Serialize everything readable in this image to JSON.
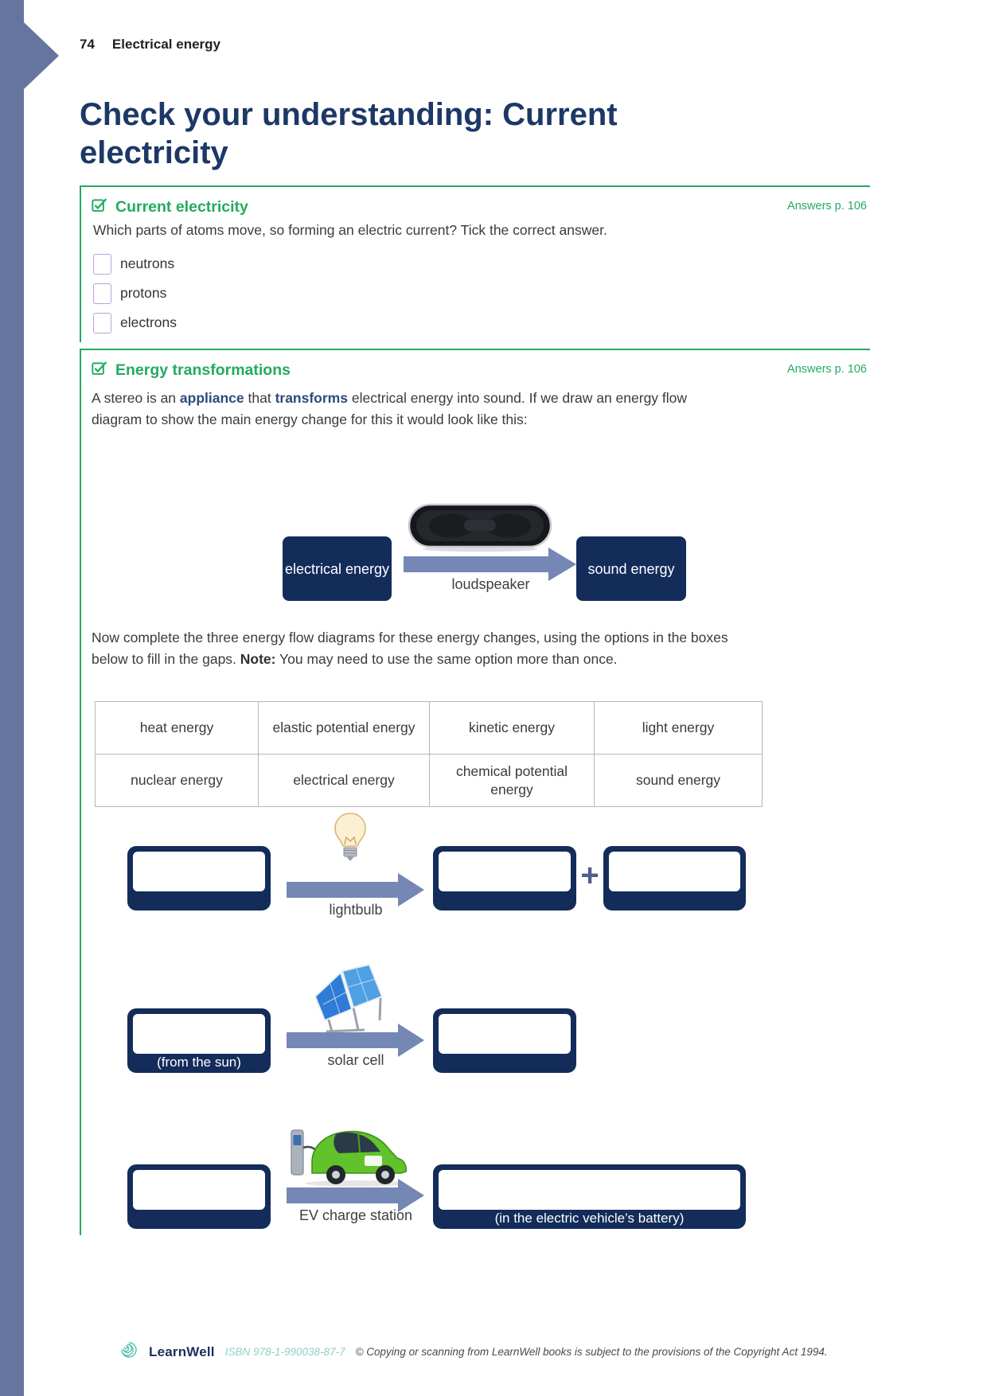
{
  "page": {
    "number": "74",
    "chapter": "Electrical energy",
    "title": "Check your understanding: Current electricity"
  },
  "colors": {
    "accent_green": "#23ab60",
    "navy_box": "#132c5a",
    "title_navy": "#1c3867",
    "arrow_slate": "#7487b5",
    "edge_tab_slate": "#66759f",
    "checkbox_purple": "#b5a3d6",
    "footer_teal": "#8fd0c6"
  },
  "section_current": {
    "icon": "checkbox-tick-icon",
    "heading": "Current electricity",
    "answers_ref": "Answers p. 106",
    "question": "Which parts of atoms move, so forming an electric current? Tick the correct answer.",
    "options": [
      "neutrons",
      "protons",
      "electrons"
    ]
  },
  "section_energy": {
    "icon": "checkbox-tick-icon",
    "heading": "Energy transformations",
    "answers_ref": "Answers p. 106",
    "intro": {
      "p1": "A stereo is an ",
      "b1": "appliance",
      "p2": " that ",
      "b2": "transforms",
      "p3": " electrical energy into sound. If we draw an energy flow diagram to show the main energy change for this it would look like this:"
    },
    "stereo_flow": {
      "image": "loudspeaker-image",
      "input_label": "electrical energy",
      "device_label": "loudspeaker",
      "output_label": "sound energy"
    },
    "task": {
      "p1": "Now complete the three energy flow diagrams for these energy changes, using the options in the boxes below to fill in the gaps. ",
      "b1": "Note:",
      "p2": " You may need to use the same option more than once."
    },
    "options_table": {
      "rows": [
        [
          "heat energy",
          "elastic potential energy",
          "kinetic energy",
          "light energy"
        ],
        [
          "nuclear energy",
          "electrical energy",
          "chemical potential energy",
          "sound energy"
        ]
      ]
    },
    "diagrams": [
      {
        "icon": "lightbulb-icon",
        "device_label": "lightbulb",
        "plus": "+"
      },
      {
        "icon": "solar-panel-icon",
        "device_label": "solar cell",
        "input_caption": "(from the sun)"
      },
      {
        "icon": "ev-charge-station-icon",
        "device_label": "EV charge station",
        "output_caption": "(in the electric vehicle’s battery)"
      }
    ]
  },
  "footer": {
    "logo": "learnwell-spiral-logo",
    "brand": "LearnWell",
    "isbn": "ISBN 978-1-990038-87-7",
    "copyright": "© Copying or scanning from LearnWell books is subject to the provisions of the Copyright Act 1994."
  }
}
